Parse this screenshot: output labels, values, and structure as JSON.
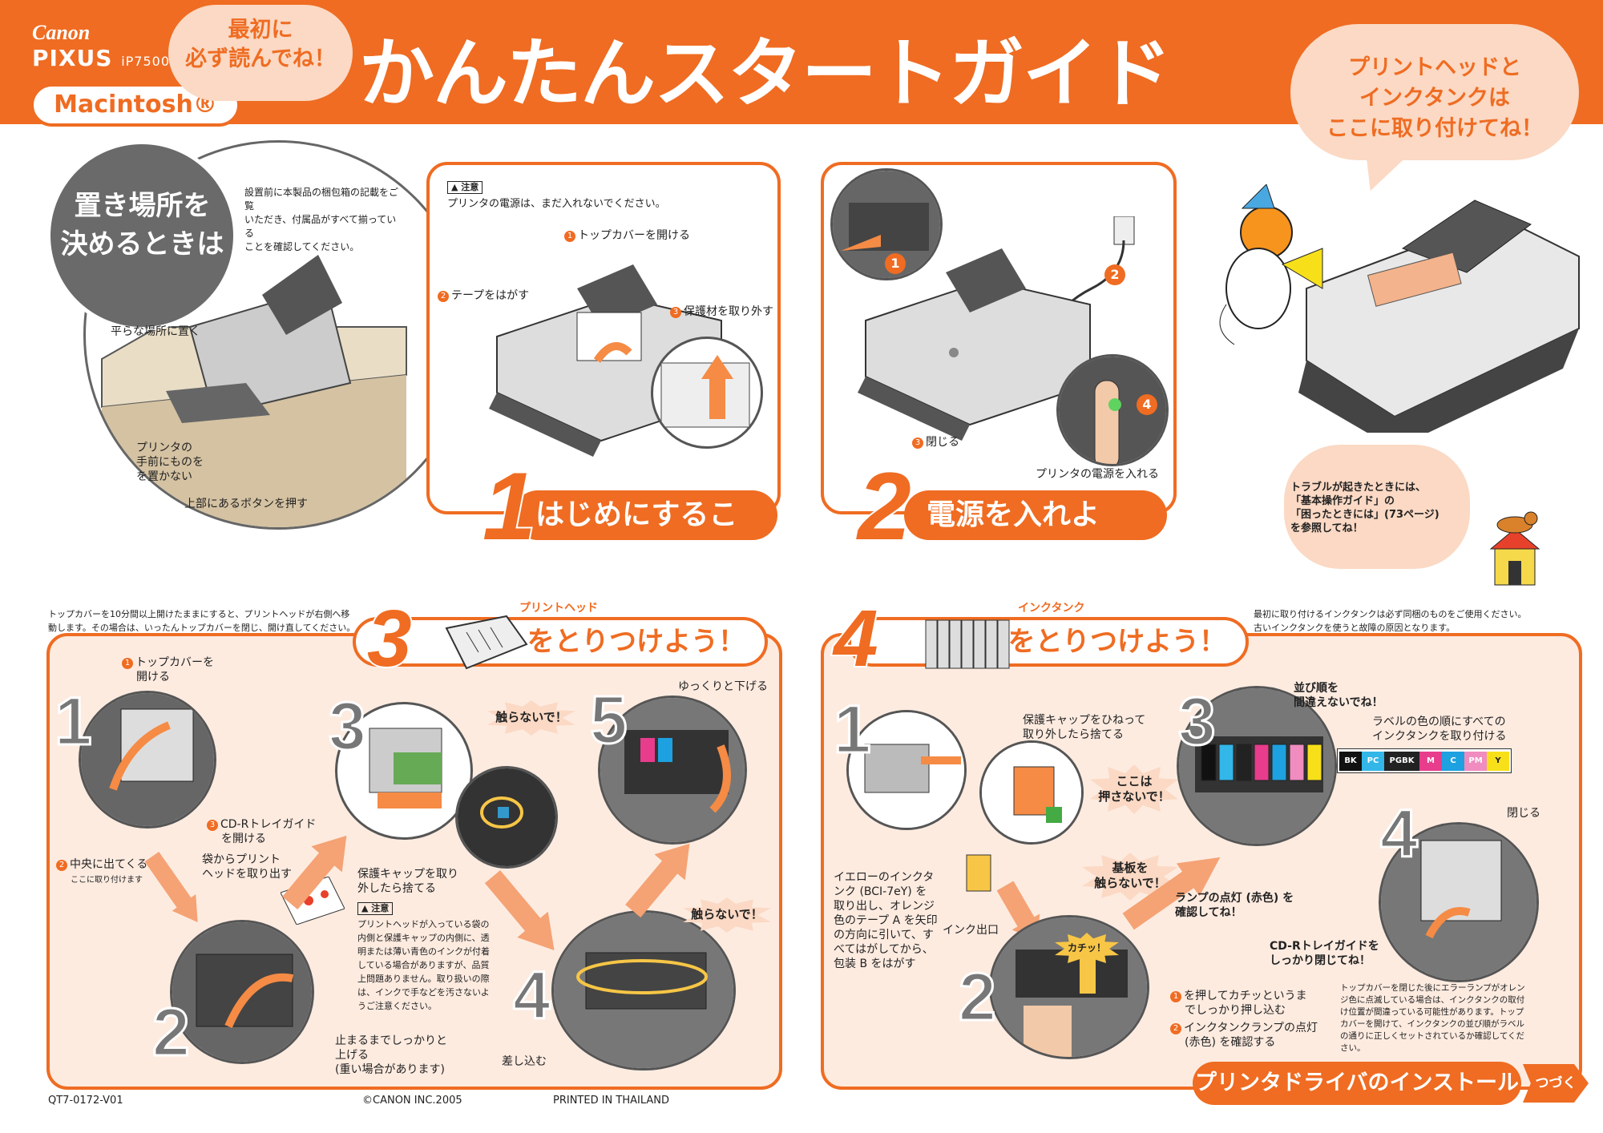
{
  "header": {
    "brand": "Canon",
    "model": "PIXUS",
    "model_num": "iP7500",
    "os_label": "Macintosh®",
    "must_read": [
      "最初に",
      "必ず読んでね！"
    ],
    "title": "かんたんスタートガイド",
    "bubble": [
      "プリントヘッドと",
      "インクタンクは",
      "ここに取り付けてね！"
    ]
  },
  "placement": {
    "heading": [
      "置き場所を",
      "決めるときは"
    ],
    "note": [
      "設置前に本製品の梱包箱の記載をご覧",
      "いただき、付属品がすべて揃っている",
      "ことを確認してください。"
    ],
    "flat": "平らな場所に置く",
    "front": [
      "プリンタの",
      "手前にものを",
      "を置かない"
    ],
    "button": "上部にあるボタンを押す"
  },
  "step1": {
    "caution_tag": "▲ 注意",
    "caution": "プリンタの電源は、まだ入れないでください。",
    "n1": "1",
    "a1": "トップカバーを開ける",
    "n2": "2",
    "a2": "テープをはがす",
    "n3": "3",
    "a3": "保護材を取り外す",
    "num": "1",
    "label": "はじめにすること"
  },
  "step2": {
    "n1": "1",
    "n2": "2",
    "n3": "3",
    "n4": "4",
    "close": "閉じる",
    "power": "プリンタの電源を入れる",
    "num": "2",
    "label": "電源を入れよう！"
  },
  "trouble": [
    "トラブルが起きたときには、",
    "「基本操作ガイド」の",
    "「困ったときには」(73ページ)",
    "を参照してね！"
  ],
  "step3": {
    "topnote": [
      "トップカバーを10分間以上開けたままにすると、プリントヘッドが右側へ移",
      "動します。その場合は、いったんトップカバーを閉じ、開け直してください。"
    ],
    "part": "プリントヘッド",
    "num": "3",
    "label": "をとりつけよう！",
    "s1a": [
      "トップカバーを",
      "開ける"
    ],
    "s1b": [
      "CD-Rトレイガイド",
      "を開ける"
    ],
    "s1c": "中央に出てくる",
    "s1c2": "ここに取り付けます",
    "bag": [
      "袋からプリント",
      "ヘッドを取り出す"
    ],
    "cap": [
      "保護キャップを取り",
      "外したら捨てる"
    ],
    "caution_tag": "▲ 注意",
    "caution": [
      "プリントヘッドが入っている袋の",
      "内側と保護キャップの内側に、透",
      "明または薄い青色のインクが付着",
      "している場合がありますが、品質",
      "上問題ありません。取り扱いの際",
      "は、インクで手などを汚さないよ",
      "うご注意ください。"
    ],
    "notouch": "触らないで！",
    "notouch2": "触らないで！",
    "lift": [
      "止まるまでしっかりと",
      "上げる",
      "(重い場合があります)"
    ],
    "insert": "差し込む",
    "lower": "ゆっくりと下げる",
    "sub": [
      "1",
      "2",
      "3",
      "4",
      "5"
    ]
  },
  "step4": {
    "part": "インクタンク",
    "num": "4",
    "label": "をとりつけよう！",
    "topnote": [
      "最初に取り付けるインクタンクは必ず同梱のものをご使用ください。",
      "古いインクタンクを使うと故障の原因となります。"
    ],
    "twist": [
      "保護キャップをひねって",
      "取り外したら捨てる"
    ],
    "nopress": [
      "ここは",
      "押さないで！"
    ],
    "board": [
      "基板を",
      "触らないで！"
    ],
    "yellow": [
      "イエローのインクタ",
      "ンク (BCI-7eY) を",
      "取り出し、オレンジ",
      "色のテープ A を矢印",
      "の方向に引いて、す",
      "べてはがしてから、",
      "包装 B をはがす"
    ],
    "outlet": "インク出口",
    "order": [
      "並び順を",
      "間違えないでね！"
    ],
    "allink": [
      "ラベルの色の順にすべての",
      "インクタンクを取り付ける"
    ],
    "colors": [
      {
        "name": "BK",
        "hex": "#111111"
      },
      {
        "name": "PC",
        "hex": "#33b6e8"
      },
      {
        "name": "PGBK",
        "hex": "#222222"
      },
      {
        "name": "M",
        "hex": "#e83c8c"
      },
      {
        "name": "C",
        "hex": "#1ea1e0"
      },
      {
        "name": "PM",
        "hex": "#f08cc0"
      },
      {
        "name": "Y",
        "hex": "#f7e01a"
      }
    ],
    "lamp": [
      "ランプの点灯 (赤色) を",
      "確認してね！"
    ],
    "click": "カチッ！",
    "push": [
      "を押してカチッというま",
      "でしっかり押し込む"
    ],
    "lampcheck": [
      "インクタンクランプの点灯",
      "(赤色) を確認する"
    ],
    "close": "閉じる",
    "cdr": [
      "CD-Rトレイガイドを",
      "しっかり閉じてね！"
    ],
    "errornote": [
      "トップカバーを閉じた後にエラーランプがオレン",
      "ジ色に点滅している場合は、インクタンクの取付",
      "け位置が間違っている可能性があります。トップ",
      "カバーを開けて、インクタンクの並び順がラベル",
      "の通りに正しくセットされているか確認してくだ",
      "さい。"
    ],
    "sub": [
      "1",
      "2",
      "3",
      "4"
    ]
  },
  "footer": {
    "code": "QT7-0172-V01",
    "copy": "©CANON INC.2005",
    "made": "PRINTED IN THAILAND",
    "install": "プリンタドライバのインストール",
    "next": "つづく"
  }
}
